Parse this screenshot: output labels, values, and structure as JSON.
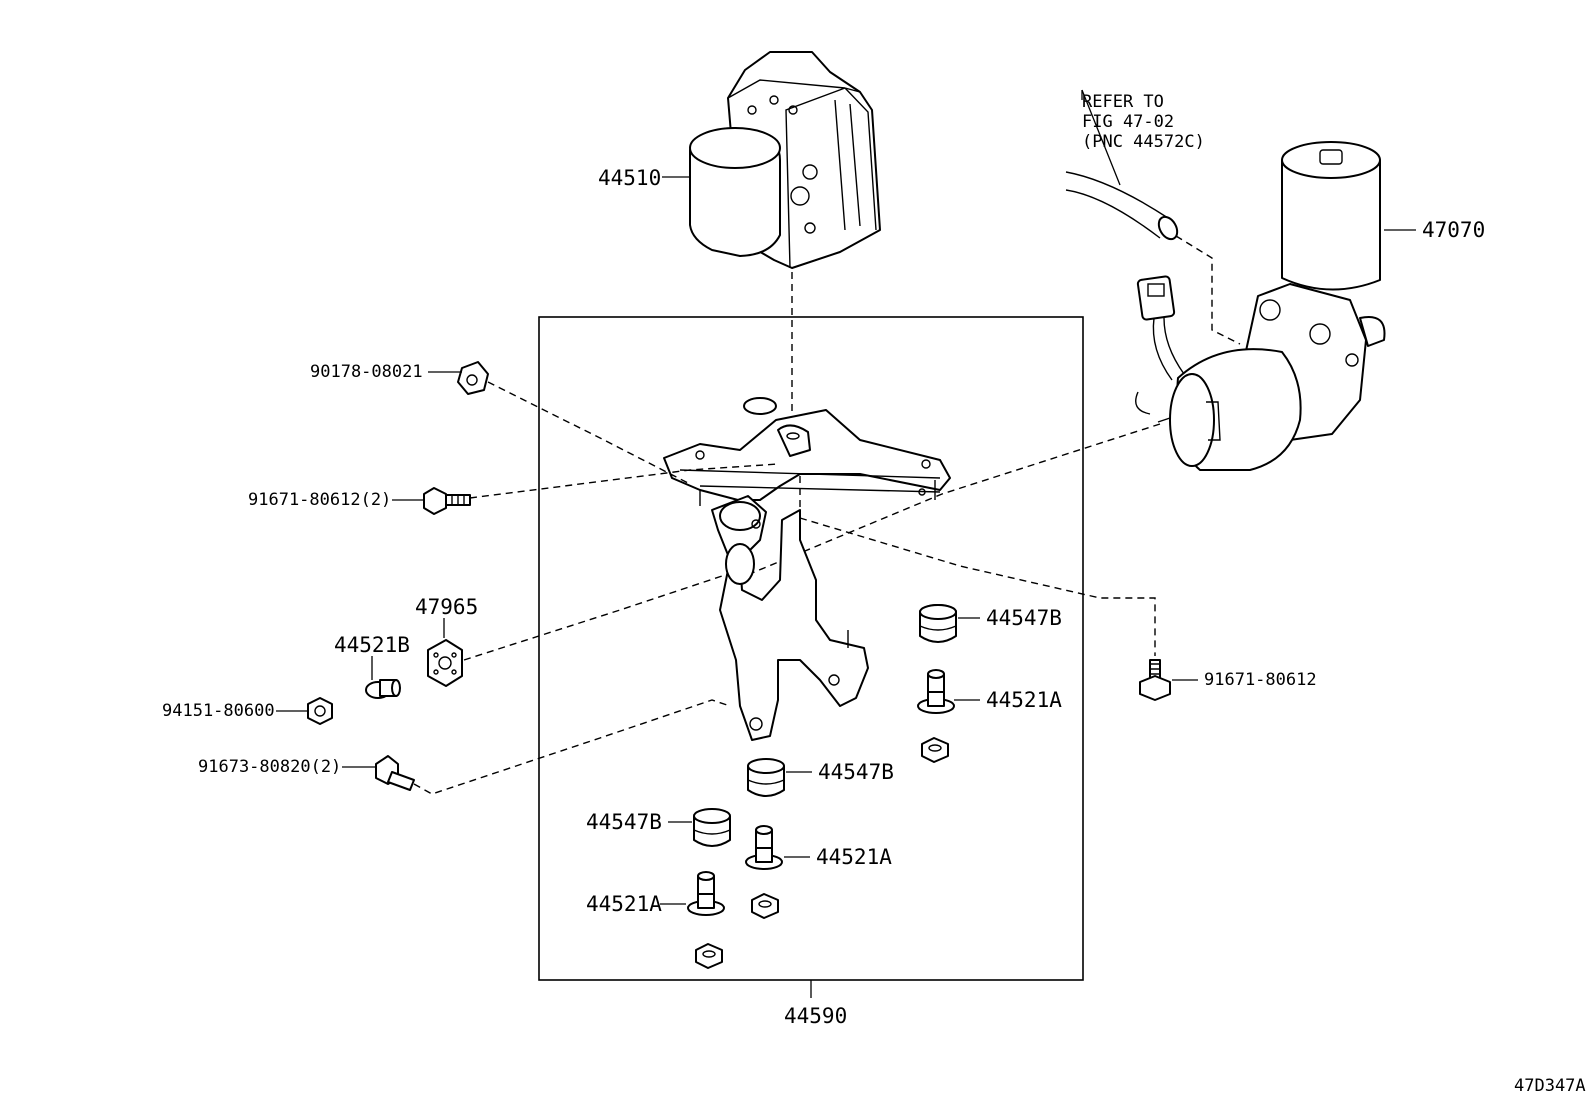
{
  "figure_code": "47D347A",
  "refer_note": {
    "line1": "REFER TO",
    "line2": "FIG 47-02",
    "line3": "(PNC 44572C)"
  },
  "labels": {
    "p44510": "44510",
    "p47070": "47070",
    "p90178": "90178-08021",
    "p91671_2": "91671-80612(2)",
    "p47965": "47965",
    "p44521B": "44521B",
    "p94151": "94151-80600",
    "p91673": "91673-80820(2)",
    "p44547B_a": "44547B",
    "p44521A_a": "44521A",
    "p44547B_b": "44547B",
    "p44547B_c": "44547B",
    "p44521A_b": "44521A",
    "p44521A_c": "44521A",
    "p91671": "91671-80612",
    "p44590": "44590"
  }
}
